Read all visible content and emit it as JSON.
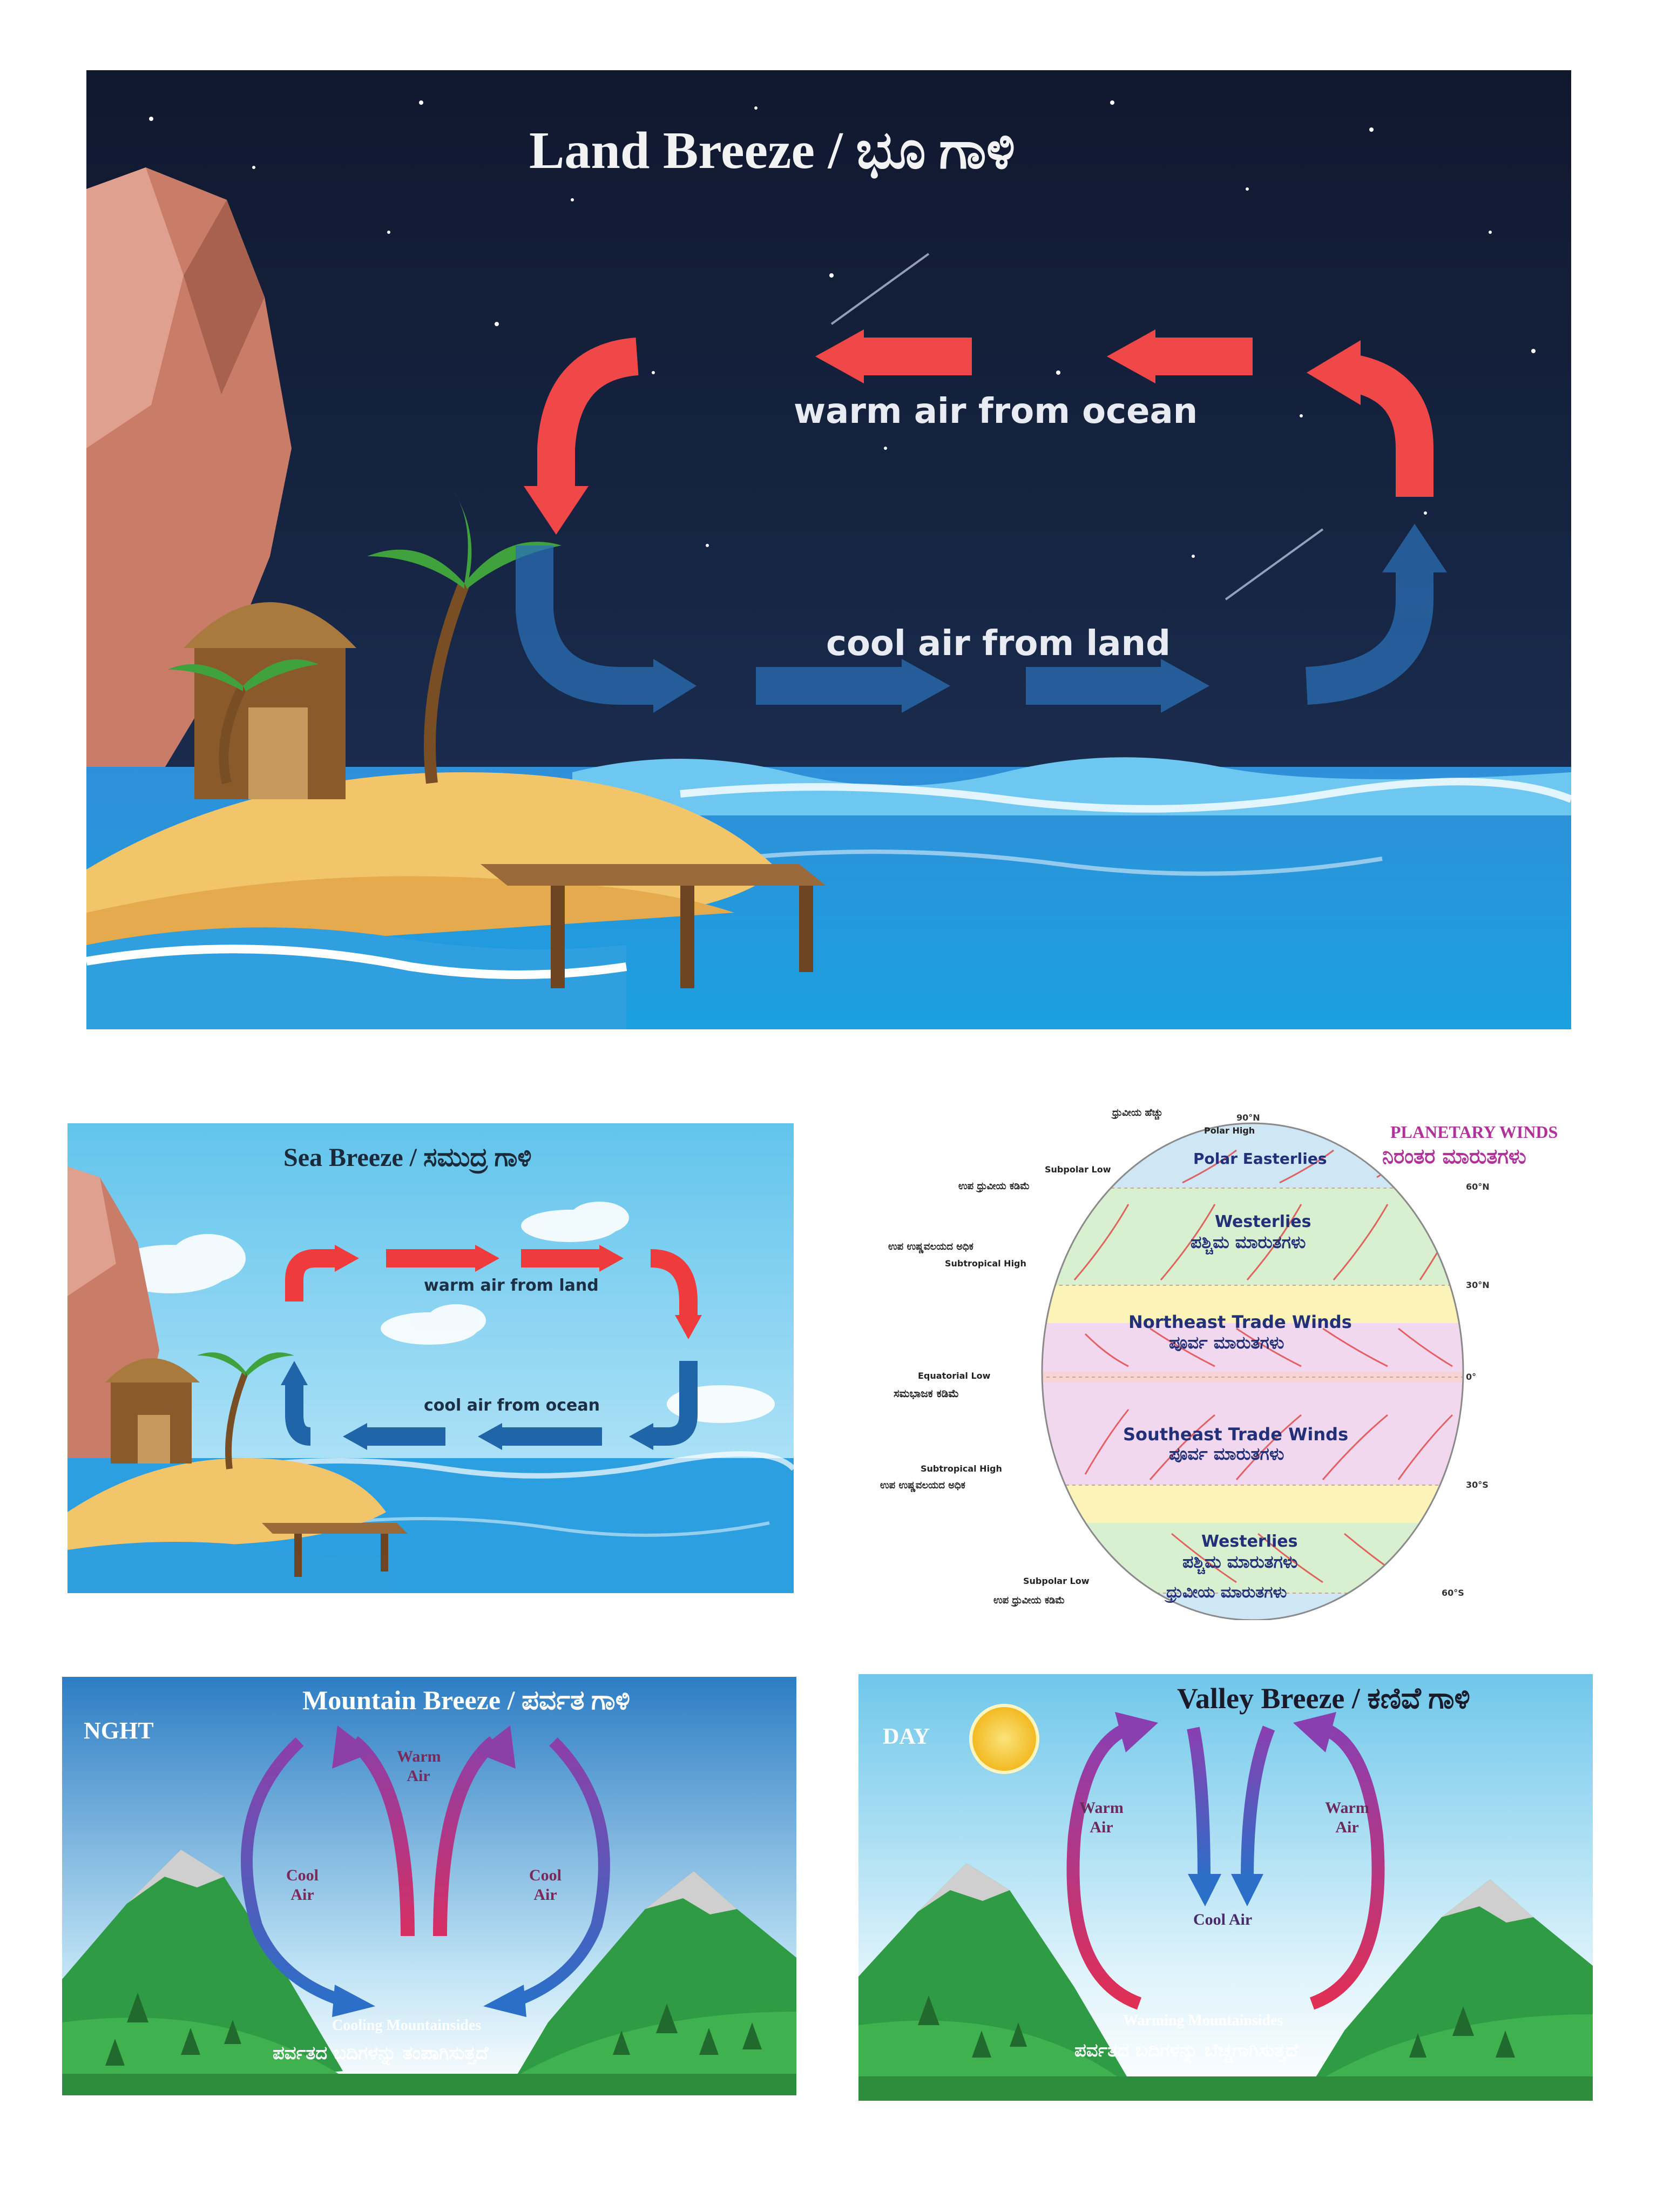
{
  "land_breeze": {
    "title": "Land Breeze / ಭೂ ಗಾಳಿ",
    "upper_label": "warm air from ocean",
    "lower_label": "cool air from land"
  },
  "sea_breeze": {
    "title": "Sea Breeze / ಸಮುದ್ರ ಗಾಳಿ",
    "upper_label": "warm air from land",
    "lower_label": "cool air from ocean"
  },
  "planetary_winds": {
    "title_en": "PLANETARY WINDS",
    "title_kn": "ನಿರಂತರ ಮಾರುತಗಳು",
    "latitudes": [
      "90°N",
      "60°N",
      "30°N",
      "0°",
      "30°S",
      "60°S"
    ],
    "left_labels": [
      {
        "en": "ಧ್ರುವೀಯ ಹೆಚ್ಚು",
        "sub": "Polar High"
      },
      {
        "en": "Subpolar Low",
        "kn": "ಉಪ ಧ್ರುವೀಯ ಕಡಿಮೆ"
      },
      {
        "kn": "ಉಪ ಉಷ್ಣವಲಯದ ಅಧಿಕ",
        "en": "Subtropical High"
      },
      {
        "en": "Equatorial Low",
        "kn": "ಸಮಭಾಜಕ ಕಡಿಮೆ"
      },
      {
        "en": "Subtropical High",
        "kn": "ಉಪ ಉಷ್ಣವಲಯದ ಅಧಿಕ"
      },
      {
        "en": "Subpolar Low",
        "kn": "ಉಪ ಧ್ರುವೀಯ ಕಡಿಮೆ"
      }
    ],
    "belts": [
      {
        "en": "Polar Easterlies",
        "kn": ""
      },
      {
        "en": "Westerlies",
        "kn": "ಪಶ್ಚಿಮ ಮಾರುತಗಳು"
      },
      {
        "en": "Northeast Trade Winds",
        "kn": "ಪೂರ್ವ ಮಾರುತಗಳು"
      },
      {
        "en": "Southeast Trade Winds",
        "kn": "ಪೂರ್ವ ಮಾರುತಗಳು"
      },
      {
        "en": "Westerlies",
        "kn": "ಪಶ್ಚಿಮ ಮಾರುತಗಳು"
      },
      {
        "en": "",
        "kn": "ಧ್ರುವೀಯ ಮಾರುತಗಳು"
      }
    ],
    "colors": {
      "polar": "#cfe6f5",
      "westerlies": "#d8f0cf",
      "subtropical": "#fbf3b8",
      "trades": "#f1d8ee",
      "equator": "#f7d3cf",
      "title": "#b0319a"
    }
  },
  "mountain_breeze": {
    "title": "Mountain Breeze / ಪರ್ವತ ಗಾಳಿ",
    "time": "NGHT",
    "warm_air": "Warm Air",
    "cool_air_left": "Cool Air",
    "cool_air_right": "Cool Air",
    "caption_en": "Cooling Mountainsides",
    "caption_kn": "ಪರ್ವತದ ಬದಿಗಳನ್ನು ತಂಪಾಗಿಸುತ್ತದೆ"
  },
  "valley_breeze": {
    "title": "Valley Breeze / ಕಣಿವೆ ಗಾಳಿ",
    "time": "DAY",
    "warm_air_left": "Warm Air",
    "warm_air_right": "Warm Air",
    "cool_air": "Cool Air",
    "caption_en": "Warming Mountainsides",
    "caption_kn": "ಪರ್ವತದ ಬದಿಗಳನ್ನು ಬೆಚ್ಚಗಾಗಿಸುತ್ತದೆ"
  }
}
